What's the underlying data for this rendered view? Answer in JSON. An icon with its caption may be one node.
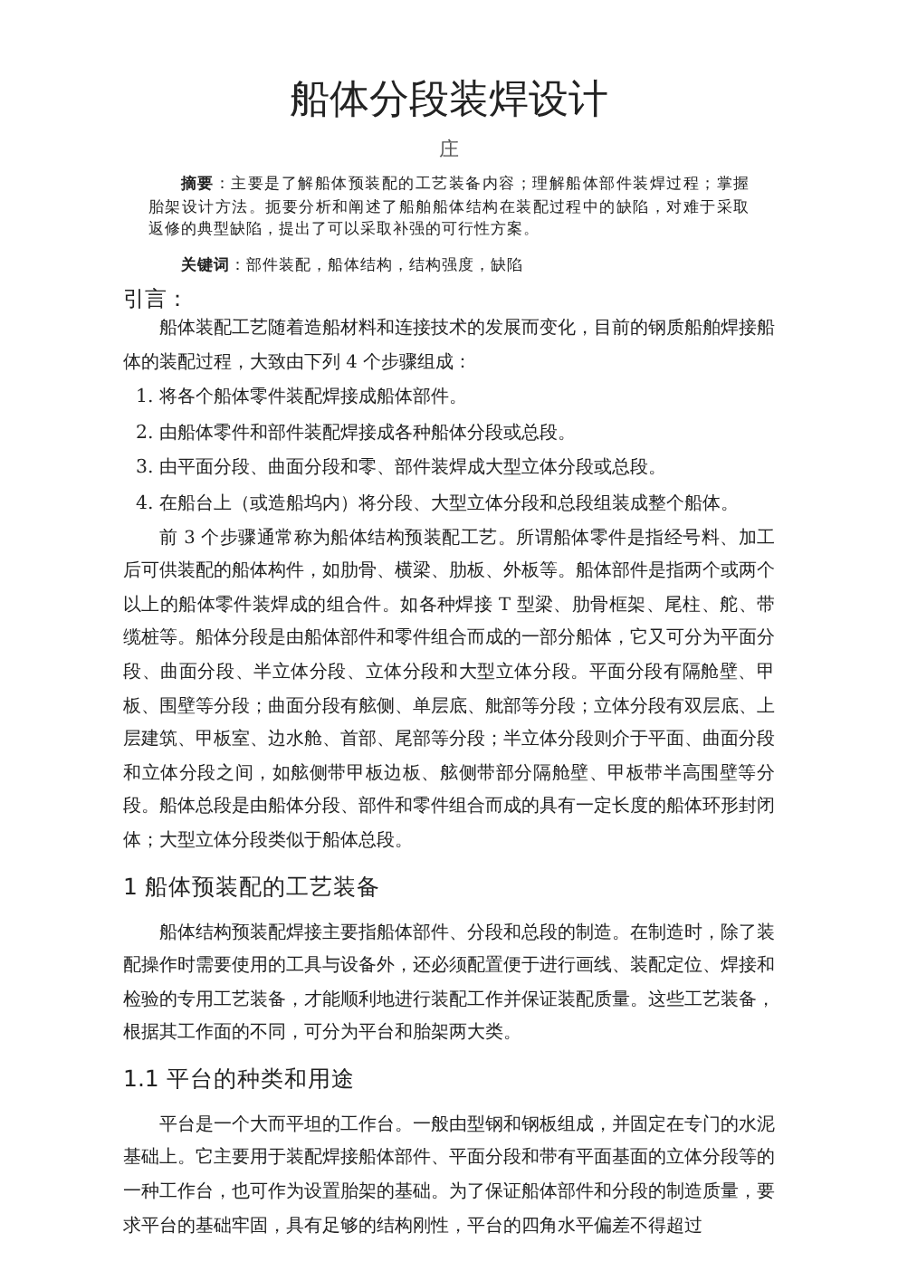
{
  "diagram": {
    "title": "船体分段装焊设计",
    "labels": [
      "庄",
      "**摘要**：主要是了解船体预装配的工艺装备内容；理解船体部件装焊过程；掌握胎架设计方法。扼要分析和阐述了船舶船体结构在装配过程中的缺陷，对难于采取返修的典型缺陷，提出了可以采取补强的可行性方案。",
      "**关键词**：部件装配，船体结构，结构强度，缺陷",
      "引言：",
      "船体装配工艺随着造船材料和连接技术的发展而变化，目前的钢质船舶焊接船体的装配过程，大致由下列 4 个步骤组成：",
      "1. 将各个船体零件装配焊接成船体部件。",
      "2. 由船体零件和部件装配焊接成各种船体分段或总段。",
      "3. 由平面分段、曲面分段和零、部件装焊成大型立体分段或总段。",
      "4. 在船台上（或造船坞内）将分段、大型立体分段和总段组装成整个船体。",
      "前 3 个步骤通常称为船体结构预装配工艺。所谓船体零件是指经号料、加工后可供装配的船体构件，如肋骨、横梁、肋板、外板等。船体部件是指两个或两个以上的船体零件装焊成的组合件。如各种焊接 T 型梁、肋骨框架、尾柱、舵、带缆桩等。船体分段是由船体部件和零件组合而成的一部分船体，它又可分为平面分段、曲面分段、半立体分段、立体分段和大型立体分段。平面分段有隔舱壁、甲板、围壁等分段；曲面分段有舷侧、单层底、舭部等分段；立体分段有双层底、上层建筑、甲板室、边水舱、首部、尾部等分段；半立体分段则介于平面、曲面分段和立体分段之间，如舷侧带甲板边板、舷侧带部分隔舱壁、甲板带半高围壁等分段。船体总段是由船体分段、部件和零件组合而成的具有一定长度的船体环形封闭体；大型立体分段类似于船体总段。",
      "1 船体预装配的工艺装备",
      "船体结构预装配焊接主要指船体部件、分段和总段的制造。在制造时，除了装配操作时需要使用的工具与设备外，还必须配置便于进行画线、装配定位、焊接和检验的专用工艺装备，才能顺利地进行装配工作并保证装配质量。这些工艺装备，根据其工作面的不同，可分为平台和胎架两大类。",
      "1.1 平台的种类和用途",
      "平台是一个大而平坦的工作台。一般由型钢和钢板组成，并固定在专门的水泥基础上。它主要用于装配焊接船体部件、平面分段和带有平面基面的立体分段等的一种工作台，也可作为设置胎架的基础。为了保证船体部件和分段的制造质量，要求平台的基础牢固，具有足够的结构刚性，平台的四角水平偏差不得超过"
    ]
  }
}
